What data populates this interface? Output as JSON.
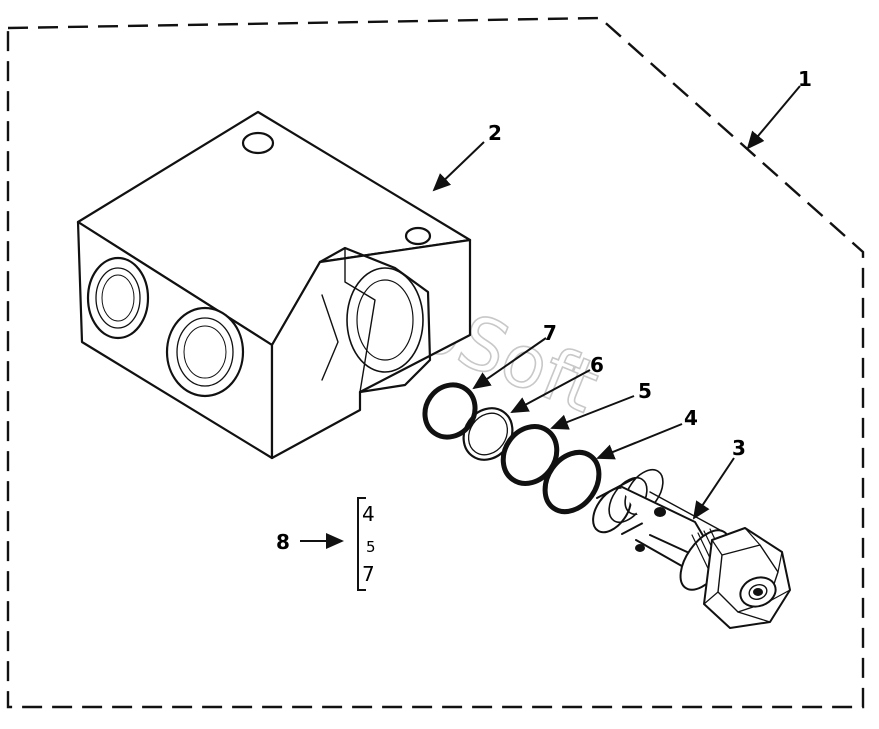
{
  "watermark": "AutoSoft",
  "callouts": {
    "c1": "1",
    "c2": "2",
    "c3": "3",
    "c4": "4",
    "c5": "5",
    "c6": "6",
    "c7": "7",
    "c8": "8"
  },
  "kit_list": [
    "4",
    "5",
    "7"
  ]
}
